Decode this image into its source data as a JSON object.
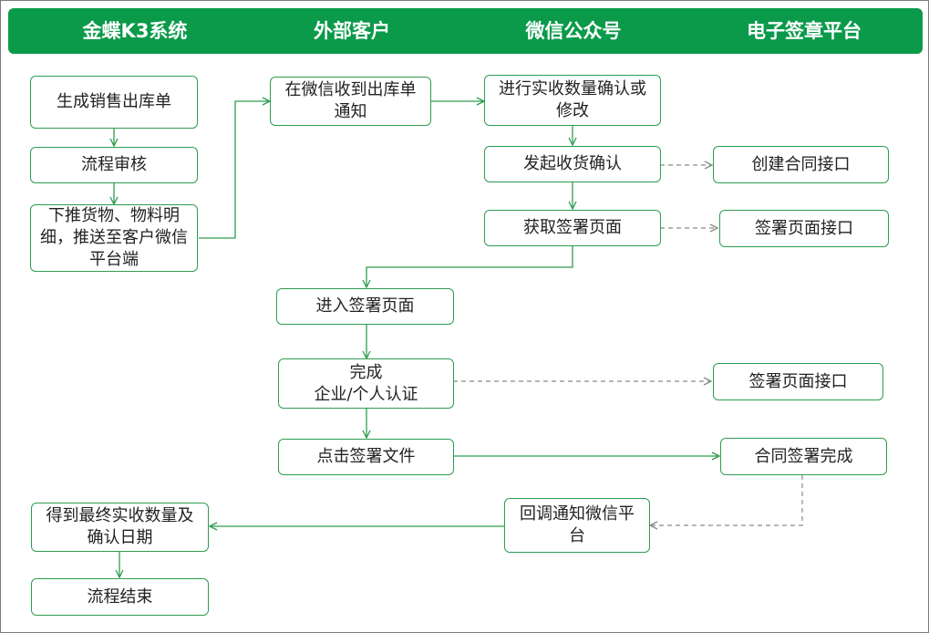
{
  "lanes": [
    "金蝶K3系统",
    "外部客户",
    "微信公众号",
    "电子签章平台"
  ],
  "nodes": {
    "n1": "生成销售出库单",
    "n2": "流程审核",
    "n3": "下推货物、物料明细，推送至客户微信平台端",
    "n4": "在微信收到出库单通知",
    "n5": "进行实收数量确认或修改",
    "n6": "发起收货确认",
    "n7": "创建合同接口",
    "n8": "获取签署页面",
    "n9": "签署页面接口",
    "n10": "进入签署页面",
    "n11": "完成\n企业/个人认证",
    "n12": "签署页面接口",
    "n13": "点击签署文件",
    "n14": "合同签署完成",
    "n15": "回调通知微信平台",
    "n16": "得到最终实收数量及确认日期",
    "n17": "流程结束"
  },
  "colors": {
    "header_bg": "#0a9a4a",
    "node_border": "#2e9d50",
    "edge": "#2e9d50",
    "dashed_edge": "#8a8a8a"
  }
}
